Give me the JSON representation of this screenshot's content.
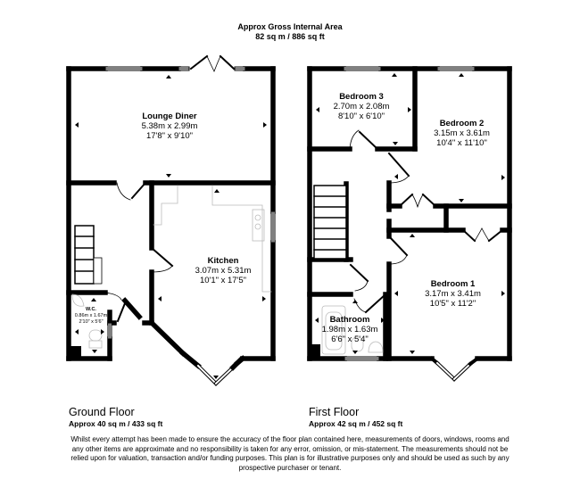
{
  "header": {
    "title": "Approx Gross Internal Area",
    "area": "82 sq m / 886 sq ft"
  },
  "ground_floor": {
    "title": "Ground Floor",
    "area": "Approx 40 sq m / 433 sq ft",
    "rooms": [
      {
        "name": "Lounge Diner",
        "metric": "5.38m x 2.99m",
        "imperial": "17'8\" x 9'10\""
      },
      {
        "name": "Kitchen",
        "metric": "3.07m x 5.31m",
        "imperial": "10'1\" x 17'5\""
      },
      {
        "name": "W.C.",
        "metric": "0.86m x 1.67m",
        "imperial": "2'10\" x 5'6\""
      }
    ]
  },
  "first_floor": {
    "title": "First Floor",
    "area": "Approx 42 sq m / 452 sq ft",
    "rooms": [
      {
        "name": "Bedroom 3",
        "metric": "2.70m x 2.08m",
        "imperial": "8'10\" x 6'10\""
      },
      {
        "name": "Bedroom 2",
        "metric": "3.15m x 3.61m",
        "imperial": "10'4\" x 11'10\""
      },
      {
        "name": "Bedroom 1",
        "metric": "3.17m x 3.41m",
        "imperial": "10'5\" x 11'2\""
      },
      {
        "name": "Bathroom",
        "metric": "1.98m x 1.63m",
        "imperial": "6'6\" x 5'4\""
      }
    ]
  },
  "disclaimer": "Whilst every attempt has been made to ensure the accuracy of the floor plan contained here, measurements of doors, windows, rooms and any other items are approximate and no responsibility is taken for any error, omission, or mis-statement. The measurements should not be relied upon for valuation, transaction and/or funding purposes. This plan is for illustrative purposes only and should be used as such by any prospective purchaser or tenant.",
  "colors": {
    "wall": "#000000",
    "fixture": "#bbbbbb",
    "background": "#ffffff"
  }
}
